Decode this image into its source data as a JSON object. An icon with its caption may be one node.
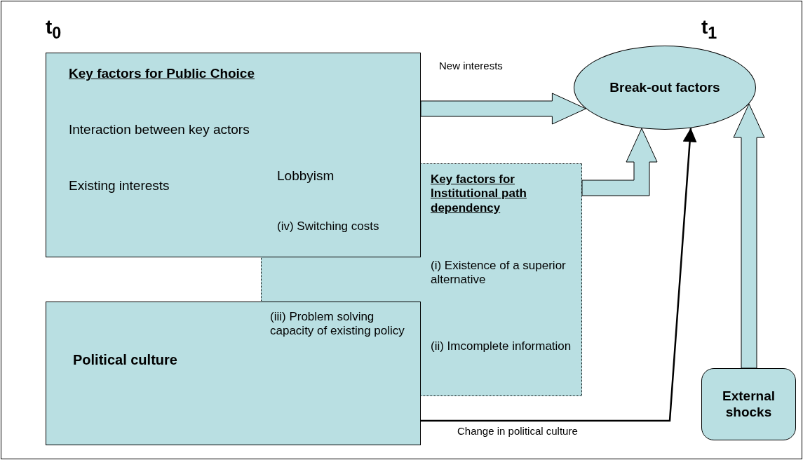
{
  "diagram": {
    "nodes": [
      {
        "text": [
          "Key factors for Public Choice",
          "Interaction between key actors",
          "Existing interests"
        ]
      },
      {
        "text": [
          "Political culture"
        ]
      },
      {
        "text": [
          "Key factors for Institutional path dependency",
          "(i) Existence of a superior alternative",
          "(ii) Imcomplete information"
        ]
      },
      {
        "text": [
          "Break-out factors"
        ]
      },
      {
        "text": [
          "External shocks"
        ]
      }
    ],
    "edges": [
      {
        "from": 0,
        "to": 3,
        "arrow": "to",
        "label": "New interests",
        "style": "thick"
      },
      {
        "from": 2,
        "to": 3,
        "arrow": "to",
        "style": "thick"
      },
      {
        "from": 1,
        "to": 3,
        "arrow": "to",
        "label": "Change in political culture"
      },
      {
        "from": 4,
        "to": 3,
        "arrow": "to",
        "style": "thick"
      }
    ],
    "labels": [
      "t$_{0}$",
      "t$_{1}$",
      "Lobbyism",
      "(iv) Switching costs",
      "(iii) Problem solving capacity of existing policy"
    ]
  }
}
